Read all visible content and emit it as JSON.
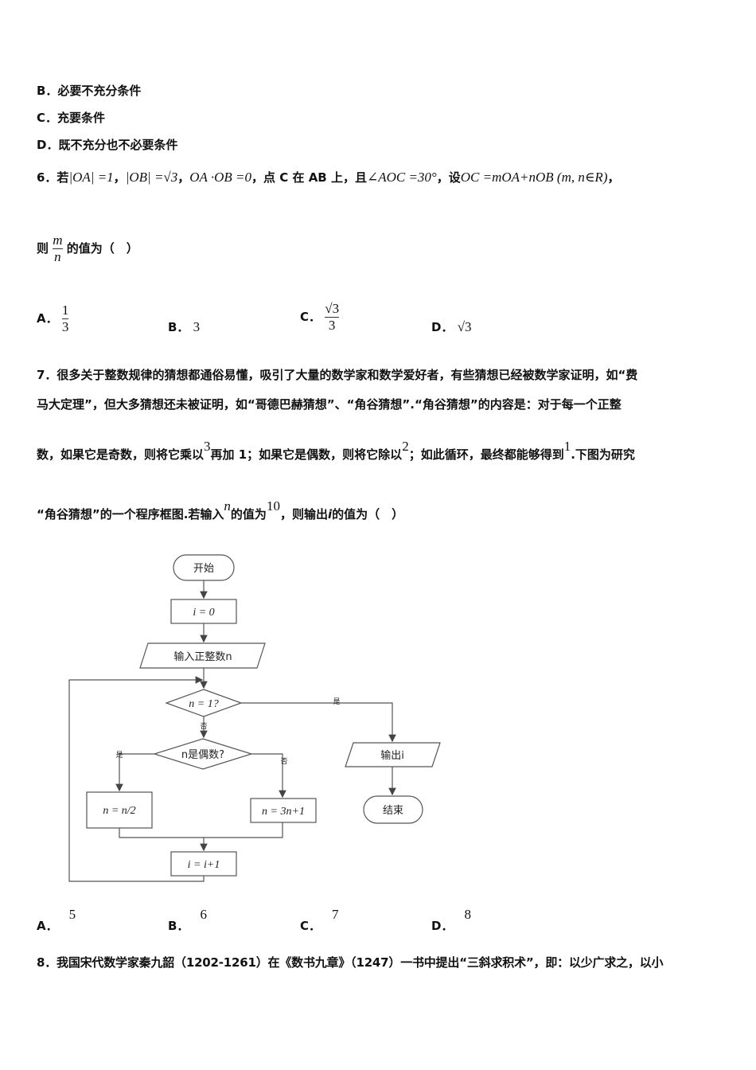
{
  "q5_options": {
    "B": "B．必要不充分条件",
    "C": "C．充要条件",
    "D": "D．既不充分也不必要条件"
  },
  "q6": {
    "number": "6．若",
    "oa": "|OA| =1",
    "ob": "|OB| =√3",
    "dot": "OA ·OB =0",
    "text1": "，点 C 在 AB 上，且",
    "angle": "∠AOC =30°",
    "text2": "，设",
    "expr": "OC =mOA+nOB (m, n∈R)",
    "text3": "，",
    "line2_prefix": "则",
    "frac_num": "m",
    "frac_den": "n",
    "line2_suffix": "的值为（　）",
    "options": [
      {
        "label": "A．",
        "num": "1",
        "den": "3"
      },
      {
        "label": "B．",
        "value": "3"
      },
      {
        "label": "C．",
        "num": "√3",
        "den": "3"
      },
      {
        "label": "D．",
        "value": "√3"
      }
    ]
  },
  "q7": {
    "line1": "7．很多关于整数规律的猜想都通俗易懂，吸引了大量的数学家和数学爱好者，有些猜想已经被数学家证明，如“费",
    "line2": "马大定理”，但大多猜想还未被证明，如“哥德巴赫猜想”、“角谷猜想”.“角谷猜想”的内容是：对于每一个正整",
    "line3_a": "数，如果它是奇数，则将它乘以",
    "line3_n1": "3",
    "line3_b": "再加 1；如果它是偶数，则将它除以",
    "line3_n2": "2",
    "line3_c": "；如此循环，最终都能够得到",
    "line3_n3": "1",
    "line3_d": ".下图为研究",
    "line4_a": "“角谷猜想”的一个程序框图.若输入",
    "line4_n": "n",
    "line4_b": "的值为",
    "line4_v": "10",
    "line4_c": "，则输出",
    "line4_i": "i",
    "line4_d": "的值为（　）",
    "flowchart": {
      "start": "开始",
      "init": "i = 0",
      "input": "输入正整数n",
      "cond1": "n = 1?",
      "yes1": "是",
      "no1": "否",
      "cond2": "n是偶数?",
      "yes2": "是",
      "no2": "否",
      "even": "n = n/2",
      "odd": "n = 3n+1",
      "incr": "i = i+1",
      "output": "输出i",
      "end": "结束"
    },
    "options": [
      {
        "label": "A．",
        "value": "5"
      },
      {
        "label": "B．",
        "value": "6"
      },
      {
        "label": "C．",
        "value": "7"
      },
      {
        "label": "D．",
        "value": "8"
      }
    ]
  },
  "q8": {
    "line1": "8．我国宋代数学家秦九韶（1202-1261）在《数书九章》（1247）一书中提出“三斜求积术”，即：以少广求之，以小"
  }
}
